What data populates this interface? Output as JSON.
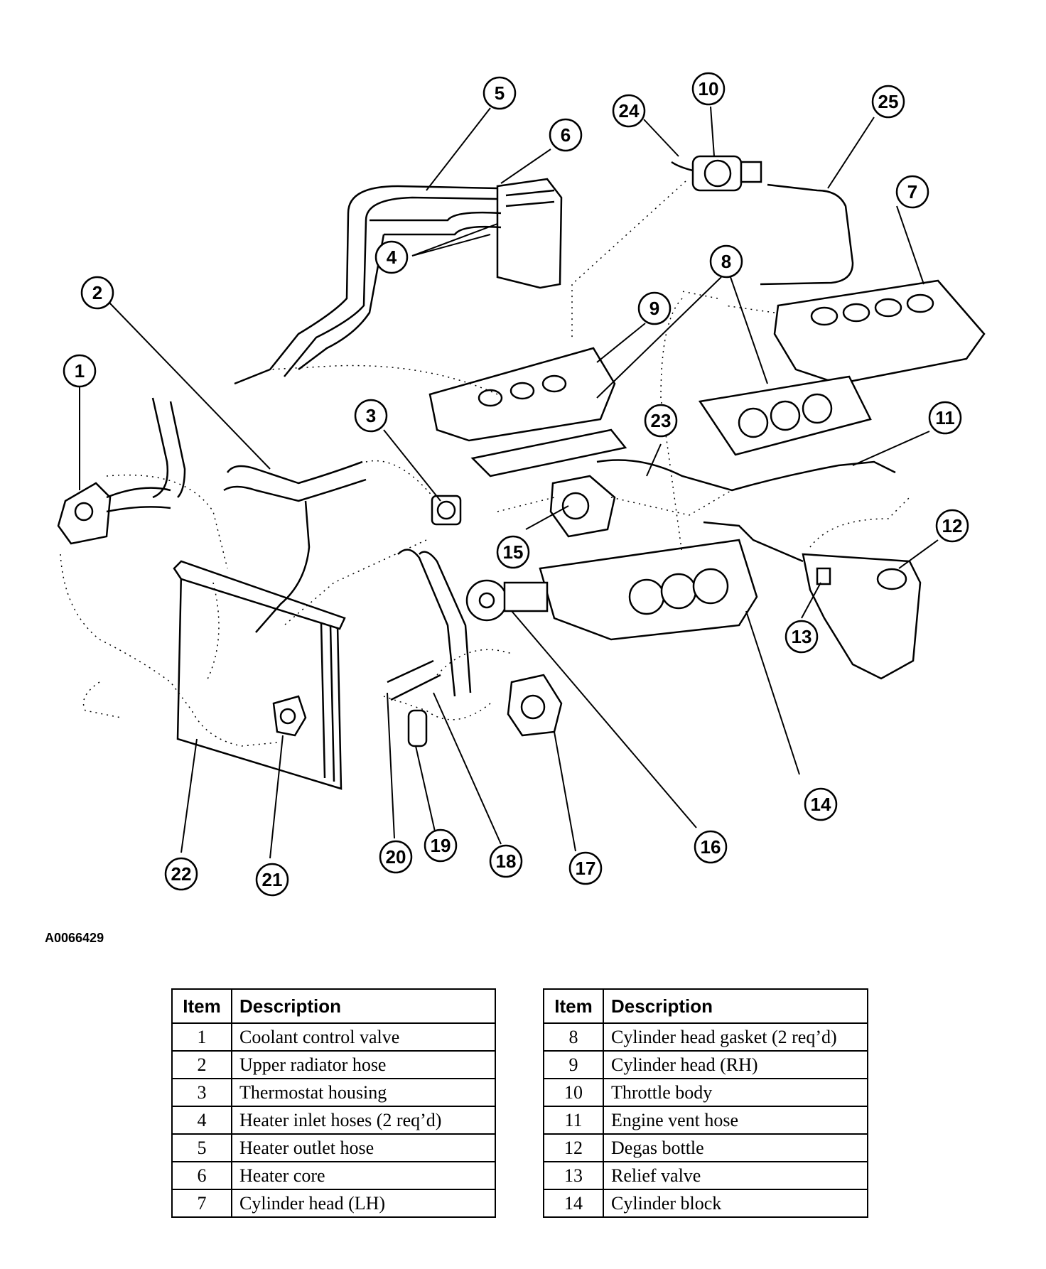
{
  "figure_id": "A0066429",
  "callouts": [
    "1",
    "2",
    "3",
    "4",
    "5",
    "6",
    "7",
    "8",
    "9",
    "10",
    "11",
    "12",
    "13",
    "14",
    "15",
    "16",
    "17",
    "18",
    "19",
    "20",
    "21",
    "22",
    "23",
    "24",
    "25"
  ],
  "legend_header": {
    "item": "Item",
    "description": "Description"
  },
  "legend_left": [
    {
      "item": "1",
      "description": "Coolant control valve"
    },
    {
      "item": "2",
      "description": "Upper radiator hose"
    },
    {
      "item": "3",
      "description": "Thermostat housing"
    },
    {
      "item": "4",
      "description": "Heater inlet hoses (2 req’d)"
    },
    {
      "item": "5",
      "description": "Heater outlet hose"
    },
    {
      "item": "6",
      "description": "Heater core"
    },
    {
      "item": "7",
      "description": "Cylinder head (LH)"
    }
  ],
  "legend_right": [
    {
      "item": "8",
      "description": "Cylinder head gasket (2 req’d)"
    },
    {
      "item": "9",
      "description": "Cylinder head (RH)"
    },
    {
      "item": "10",
      "description": "Throttle body"
    },
    {
      "item": "11",
      "description": "Engine vent hose"
    },
    {
      "item": "12",
      "description": "Degas bottle"
    },
    {
      "item": "13",
      "description": "Relief valve"
    },
    {
      "item": "14",
      "description": "Cylinder block"
    }
  ]
}
